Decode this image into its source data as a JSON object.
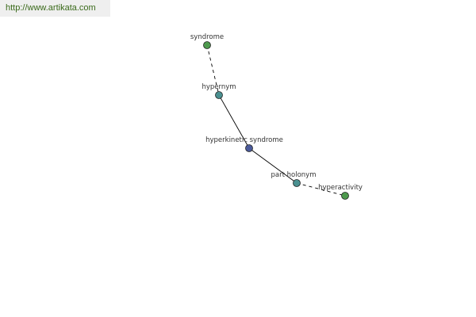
{
  "watermark": {
    "text": "http://www.artikata.com",
    "color": "#3a6a1a"
  },
  "graph": {
    "nodes": [
      {
        "id": "syndrome",
        "label": "syndrome",
        "color": "#4e9a4e"
      },
      {
        "id": "hypernym",
        "label": "hypernym",
        "color": "#4a9090"
      },
      {
        "id": "center",
        "label": "hyperkinetic syndrome",
        "color": "#4a5a9a"
      },
      {
        "id": "part-holonym",
        "label": "part holonym",
        "color": "#4a9090"
      },
      {
        "id": "hyperactivity",
        "label": "hyperactivity",
        "color": "#4e9a4e"
      }
    ],
    "edges": [
      {
        "from": "syndrome",
        "to": "hypernym",
        "style": "dashed"
      },
      {
        "from": "hypernym",
        "to": "center",
        "style": "solid"
      },
      {
        "from": "center",
        "to": "part-holonym",
        "style": "solid"
      },
      {
        "from": "part-holonym",
        "to": "hyperactivity",
        "style": "dashed"
      }
    ]
  }
}
